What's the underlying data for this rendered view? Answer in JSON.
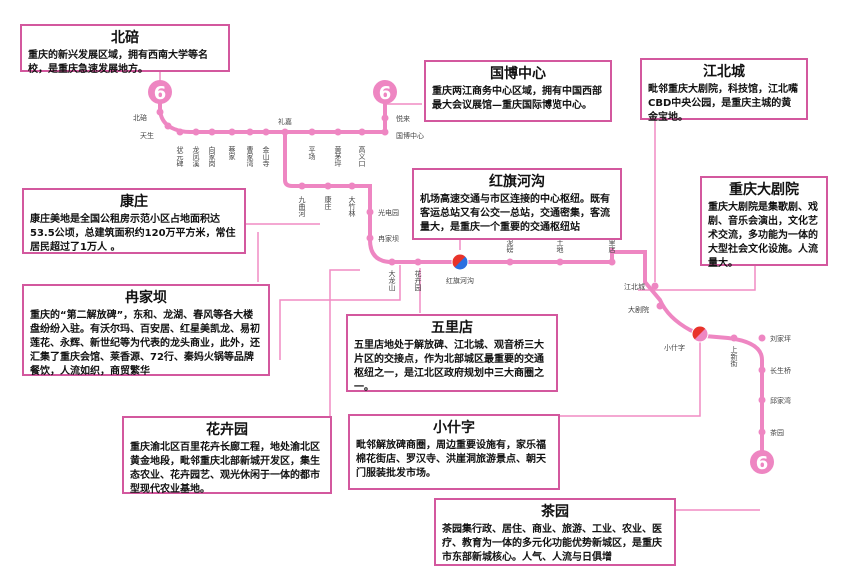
{
  "line_badge": "6",
  "colors": {
    "line": "#ee86c2",
    "station": "#ee86c2",
    "box_border": "#d3589e",
    "transfer_a": "#e8332a",
    "transfer_b": "#2a6fe0"
  },
  "stations": {
    "beibei": "北碚",
    "tiansheng": "天生",
    "zhuangyuanbei": "状元碑",
    "longfengqiao": "龙凤溪",
    "xiangjiagang": "向家岗",
    "caijia": "蔡家",
    "caojiawan": "曹家湾",
    "jinshansi": "金山寺",
    "lijia": "礼嘉",
    "pingchang": "平场",
    "huangmaoping": "黄茅坪",
    "gaoyikou": "高义口",
    "yuelai": "悦来",
    "guobozhongxin": "国博中心",
    "jiuquhe": "九曲河",
    "kangzhuang": "康庄",
    "dazhulin": "大竹林",
    "guangdianyuan": "光电园",
    "ranjiaba": "冉家坝",
    "dalongshan": "大龙山",
    "huahuiyuan": "花卉园",
    "hongqihegou": "红旗河沟",
    "huangnibang": "黄泥磅",
    "hongtudi": "红土地",
    "wulidian": "五里店",
    "jiangbeicheng": "江北城",
    "dajuyuan": "大剧院",
    "xiaoshizi": "小什字",
    "shangxinjie": "上新街",
    "liujiaping": "刘家坪",
    "changshengqiao": "长生桥",
    "qiujiawan": "邱家湾",
    "chayuan": "茶园"
  },
  "boxes": {
    "beibei": {
      "title": "北碚",
      "desc": "重庆的新兴发展区域，拥有西南大学等名校，是重庆急速发展地方。"
    },
    "guobo": {
      "title": "国博中心",
      "desc": "重庆两江商务中心区域，拥有中国西部最大会议展馆—重庆国际博览中心。"
    },
    "jiangbeicheng": {
      "title": "江北城",
      "desc": "毗邻重庆大剧院，科技馆，江北嘴CBD中央公园，是重庆主城的黄金宝地。"
    },
    "hongqihegou": {
      "title": "红旗河沟",
      "desc": "机场高速交通与市区连接的中心枢纽。既有客运总站又有公交一总站，交通密集，客流量大，是重庆一个重要的交通枢纽站"
    },
    "kangzhuang": {
      "title": "康庄",
      "desc": "康庄美地是全国公租房示范小区占地面积达53.5公顷，总建筑面积约120万平方米，常住居民超过了1万人 。"
    },
    "dajuyuan": {
      "title": "重庆大剧院",
      "desc": "重庆大剧院是集歌剧、戏剧、音乐会演出，文化艺术交流，多功能为一体的大型社会文化设施。人流量大。"
    },
    "ranjiaba": {
      "title": "冉家坝",
      "desc": "重庆的“第二解放碑”，东和、龙湖、春风等各大楼盘纷纷入驻。有沃尔玛、百安居、红星美凯龙、易初莲花、永辉、新世纪等为代表的龙头商业，此外，还汇集了重庆会馆、莱香源、72行、秦妈火锅等品牌餐饮，人流如织，商贸繁华"
    },
    "wulidian": {
      "title": "五里店",
      "desc": "五里店地处于解放碑、江北城、观音桥三大片区的交接点，作为北部城区最重要的交通枢纽之一，是江北区政府规划中三大商圈之一。"
    },
    "xiaoshizi": {
      "title": "小什字",
      "desc": "毗邻解放碑商圈，周边重要设施有，家乐福棉花街店、罗汉寺、洪崖洞旅游景点、朝天门服装批发市场。"
    },
    "huahuiyuan": {
      "title": "花卉园",
      "desc": "重庆渝北区百里花卉长廊工程，地处渝北区黄金地段，毗邻重庆北部新城开发区，集生态农业、花卉园艺、观光休闲于一体的都市型现代农业基地。"
    },
    "chayuan": {
      "title": "茶园",
      "desc": "茶园集行政、居住、商业、旅游、工业、农业、医疗、教育为一体的多元化功能优势新城区，是重庆市东部新城核心。人气、人流与日俱增"
    }
  }
}
